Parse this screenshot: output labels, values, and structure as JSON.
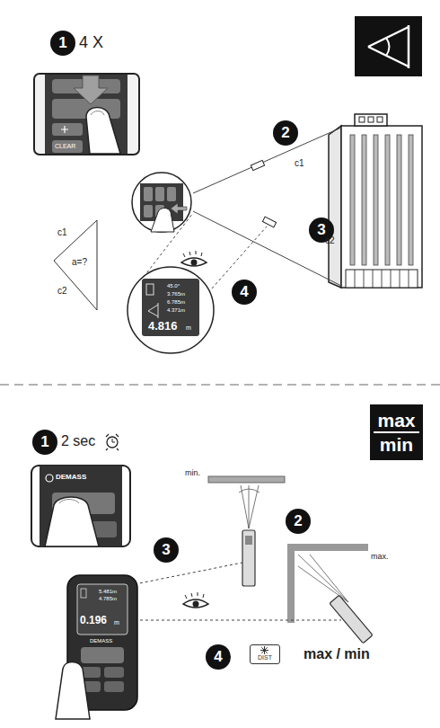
{
  "diagram": {
    "nodes": [
      {
        "text": [
          "1"
        ]
      },
      {
        "text": [
          "2"
        ]
      },
      {
        "text": [
          "3"
        ]
      },
      {
        "text": [
          "4"
        ]
      },
      {
        "text": [
          "max",
          "min"
        ]
      },
      {
        "text": [
          "1"
        ]
      },
      {
        "text": [
          "2"
        ]
      },
      {
        "text": [
          "3"
        ]
      },
      {
        "text": [
          "4"
        ]
      },
      {
        "text": [
          "DIST"
        ]
      }
    ],
    "labels": [
      "4 X",
      "CLEAR",
      "c1",
      "c2",
      "c1",
      "c2",
      "a=?",
      "45.0°",
      "3.765m",
      "6.785m",
      "4.371m",
      "4.816",
      "m",
      "2 sec",
      "DEMASS",
      "min.",
      "max.",
      "5.481m",
      "4.785m",
      "0.196",
      "m",
      "DEMASS",
      "max / min"
    ]
  }
}
